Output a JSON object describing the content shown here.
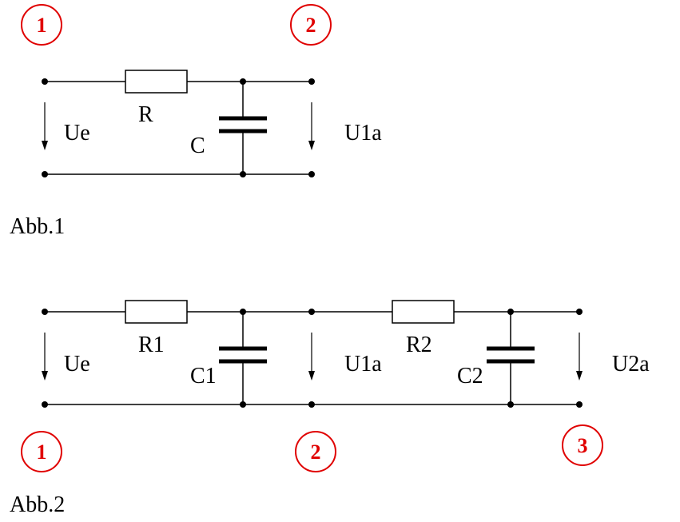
{
  "colors": {
    "marker": "#e00000",
    "ink": "#000000"
  },
  "figure1": {
    "caption": "Abb.1",
    "labels": {
      "input_voltage": "Ue",
      "resistor": "R",
      "capacitor": "C",
      "output_voltage": "U1a"
    },
    "markers": [
      "1",
      "2"
    ]
  },
  "figure2": {
    "caption": "Abb.2",
    "labels": {
      "input_voltage": "Ue",
      "resistor1": "R1",
      "capacitor1": "C1",
      "stage1_voltage": "U1a",
      "resistor2": "R2",
      "capacitor2": "C2",
      "stage2_voltage": "U2a"
    },
    "markers": [
      "1",
      "2",
      "3"
    ]
  }
}
